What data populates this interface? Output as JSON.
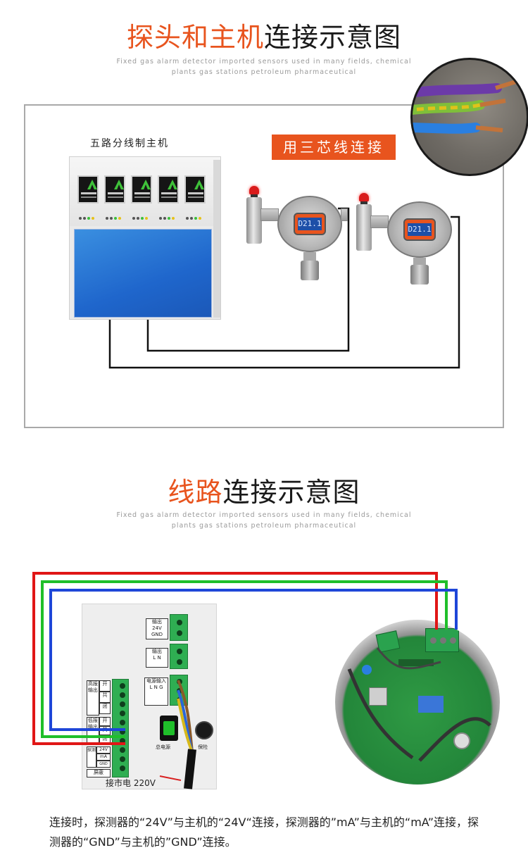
{
  "section1": {
    "title_highlight": "探头和主机",
    "title_rest": "连接示意图",
    "subtitle_line1": "Fixed gas alarm detector imported sensors used in many fields, chemical",
    "subtitle_line2": "plants gas stations petroleum pharmaceutical",
    "host_label": "五路分线制主机",
    "badge": "用三芯线连接",
    "detector_reading_1": "D21.1",
    "detector_reading_2": "D21.1"
  },
  "section2": {
    "title_highlight": "线路",
    "title_rest": "连接示意图",
    "subtitle_line1": "Fixed gas alarm detector imported sensors used in many fields, chemical",
    "subtitle_line2": "plants gas stations petroleum pharmaceutical",
    "terminal_labels": {
      "out_24v_a": "输出",
      "out_24v_b": "24V",
      "out_24v_c": "GND",
      "out_ln_a": "输出",
      "out_ln_b": "L",
      "out_ln_c": "N",
      "power_in_a": "电源输入",
      "power_in_l": "L",
      "power_in_n": "N",
      "power_in_g": "G",
      "high_alarm": "高报输出",
      "low_alarm": "低报输出",
      "open1": "开",
      "common1": "共",
      "close1": "闭",
      "open2": "开",
      "common2": "共",
      "close2": "闭",
      "probe": "探测",
      "v24": "24V",
      "ma": "mA",
      "gnd": "GND",
      "shield": "屏蔽",
      "power_switch": "总电源",
      "fuse": "保险"
    },
    "mains_label": "接市电 220V",
    "note": "连接时，探测器的“24V”与主机的“24V“连接，探测器的”mA”与主机的“mA”连接，探测器的“GND”与主机的”GND”连接。"
  },
  "colors": {
    "accent": "#e8541e",
    "wire_red": "#e01616",
    "wire_green": "#1fbf2a",
    "wire_blue": "#1e46d8",
    "host_blue": "#1f66cc"
  }
}
